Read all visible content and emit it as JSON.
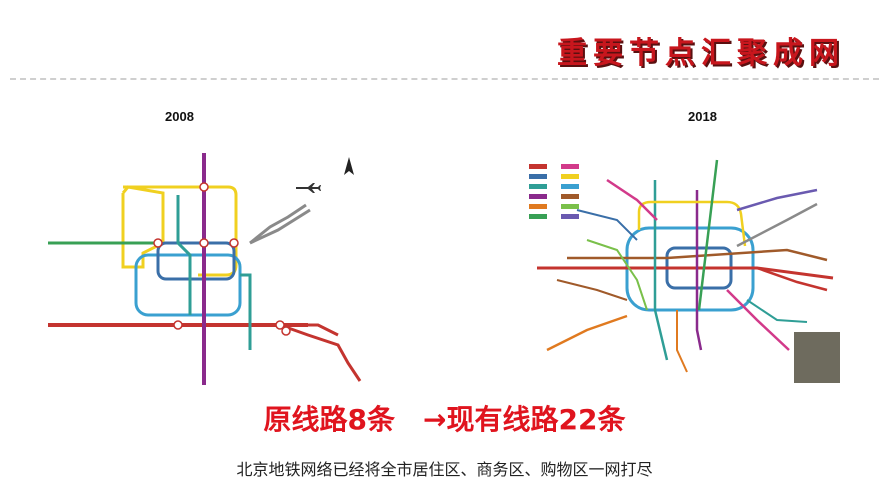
{
  "title": "重要节点汇聚成网",
  "maps": [
    {
      "year": "2008"
    },
    {
      "year": "2018"
    }
  ],
  "headline": "原线路8条　→现有线路22条",
  "subtitle": "北京地铁网络已经将全市居住区、商务区、购物区一网打尽",
  "colors": {
    "title": "#c8161d",
    "headline": "#e0141e",
    "line1": "#c4342f",
    "line2": "#3a6fa8",
    "line4": "#2f9e96",
    "line5": "#8a2a8c",
    "line10": "#3aa0d0",
    "line13": "#f0d020",
    "line8": "#38a055",
    "airport": "#8a8a8a"
  }
}
